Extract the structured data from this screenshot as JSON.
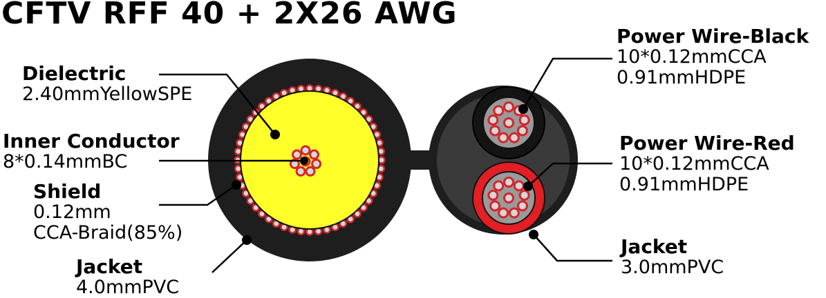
{
  "title": "CFTV RFF 40 + 2X26 AWG",
  "colors": {
    "jacket": "#1e1e1e",
    "jacket_inner": "#3a3a3a",
    "dielectric": "#ffff2a",
    "copper_red": "#d4262c",
    "strand_fill": "#d7d7d7",
    "red_insulation": "#e31e24"
  },
  "labels": {
    "dielectric": {
      "heading": "Dielectric",
      "lines": [
        "2.40mmYellowSPE"
      ]
    },
    "inner_conductor": {
      "heading": "Inner Conductor",
      "lines": [
        "8*0.14mmBC"
      ]
    },
    "shield": {
      "heading": "Shield",
      "lines": [
        "0.12mm",
        "CCA-Braid(85%)"
      ]
    },
    "jacket_left": {
      "heading": "Jacket",
      "lines": [
        "4.0mmPVC"
      ]
    },
    "power_black": {
      "heading": "Power Wire-Black",
      "lines": [
        "10*0.12mmCCA",
        "0.91mmHDPE"
      ]
    },
    "power_red": {
      "heading": "Power Wire-Red",
      "lines": [
        "10*0.12mmCCA",
        "0.91mmHDPE"
      ]
    },
    "jacket_right": {
      "heading": "Jacket",
      "lines": [
        "3.0mmPVC"
      ]
    }
  }
}
